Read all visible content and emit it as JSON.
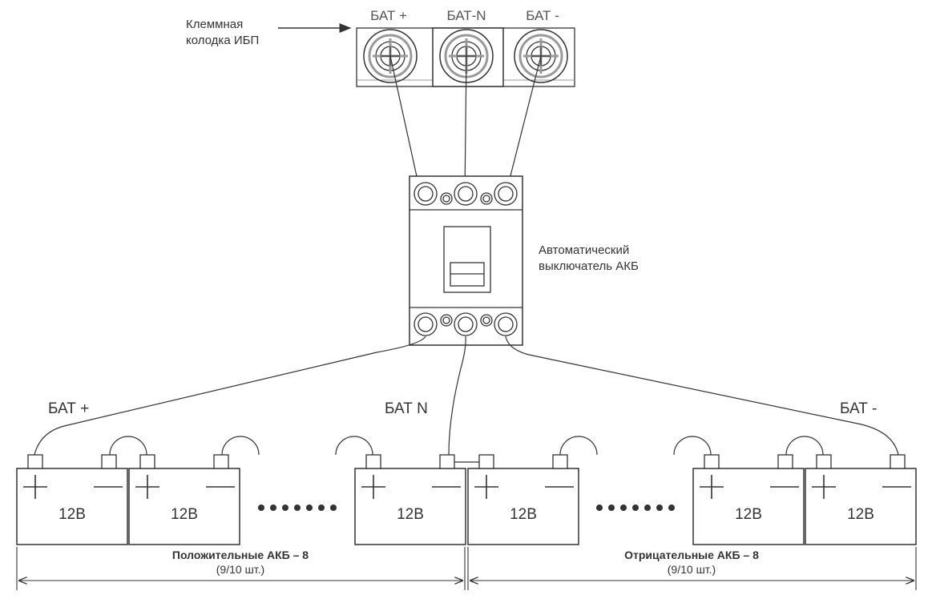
{
  "ups_terminal_block": {
    "label_line1": "Клеммная",
    "label_line2": "колодка ИБП",
    "terminals": [
      "БАТ +",
      "БАТ-N",
      "БАТ -"
    ]
  },
  "breaker": {
    "label_line1": "Автоматический",
    "label_line2": "выключатель АКБ"
  },
  "bus_labels": {
    "positive": "БАТ +",
    "neutral": "БАТ N",
    "negative": "БАТ -"
  },
  "batteries": {
    "voltage_label": "12В",
    "plus_symbol": "+",
    "minus_symbol": "—"
  },
  "groups": {
    "positive_title": "Положительные АКБ – 8",
    "positive_sub": "(9/10 шт.)",
    "negative_title": "Отрицательные АКБ – 8",
    "negative_sub": "(9/10 шт.)"
  },
  "colors": {
    "line": "#333333",
    "terminal_ring": "#999999"
  }
}
